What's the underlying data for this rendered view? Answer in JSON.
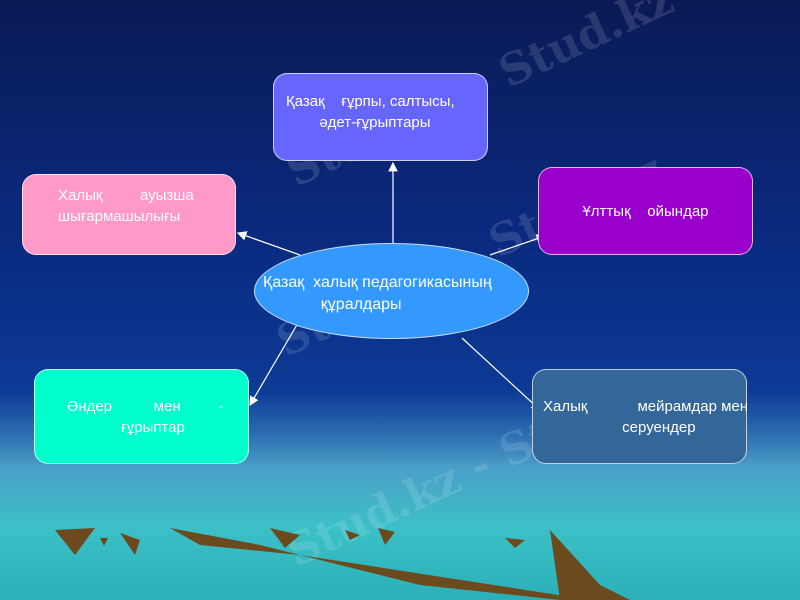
{
  "slide": {
    "center": {
      "line1": "Қазақ  халық педагогикасының",
      "line2": "             құралдары"
    },
    "top": {
      "line1": "Қазақ    ғұрпы, салтысы,",
      "line2": "        әдет-ғұрыптары"
    },
    "left_top": {
      "line1": "Халық         ауызша",
      "line2": "шығармашылығы"
    },
    "right_top": {
      "line1": "Ұлттық    ойындар"
    },
    "left_bottom": {
      "line1": "Әндер          мен         -",
      "line2": "             ғұрыптар"
    },
    "right_bottom": {
      "line1": "Халық            мейрамдар мен",
      "line2": "                   серуендер"
    }
  },
  "watermark": "Stud.kz - Stud.kz"
}
